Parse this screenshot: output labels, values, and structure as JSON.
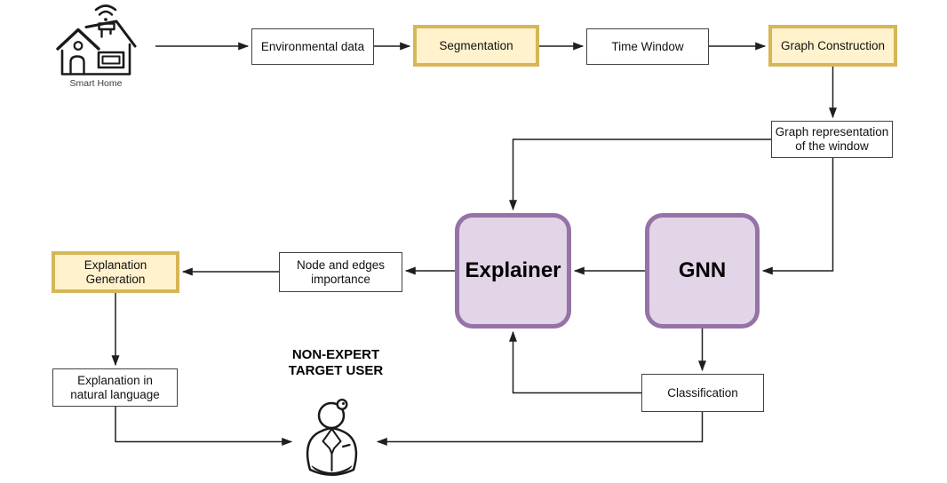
{
  "colors": {
    "yellow_fill": "#FFF2CC",
    "yellow_border": "#D6B656",
    "purple_fill": "#E1D5E7",
    "purple_border": "#9673A6",
    "plain_border": "#424242",
    "line": "#1f1f1f",
    "background": "#ffffff"
  },
  "nodes": {
    "smart_home": {
      "label": "Smart Home",
      "icon": "smart-home-icon"
    },
    "env_data": {
      "label": "Environmental data",
      "style": "plain"
    },
    "segmentation": {
      "label": "Segmentation",
      "style": "yellow"
    },
    "time_window": {
      "label": "Time Window",
      "style": "plain"
    },
    "graph_construction": {
      "label": "Graph Construction",
      "style": "yellow"
    },
    "graph_rep": {
      "label": "Graph representation\nof the window",
      "style": "plain"
    },
    "explainer": {
      "label": "Explainer",
      "style": "purple"
    },
    "gnn": {
      "label": "GNN",
      "style": "purple"
    },
    "node_edges": {
      "label": "Node and edges\nimportance",
      "style": "plain"
    },
    "explanation_generation": {
      "label": "Explanation\nGeneration",
      "style": "yellow"
    },
    "explanation_nl": {
      "label": "Explanation in\nnatural language",
      "style": "plain"
    },
    "classification": {
      "label": "Classification",
      "style": "plain"
    },
    "target_user": {
      "label": "NON-EXPERT\nTARGET USER",
      "icon": "person-icon"
    }
  },
  "edges": [
    {
      "from": "smart_home",
      "to": "env_data"
    },
    {
      "from": "env_data",
      "to": "segmentation"
    },
    {
      "from": "segmentation",
      "to": "time_window"
    },
    {
      "from": "time_window",
      "to": "graph_construction"
    },
    {
      "from": "graph_construction",
      "to": "graph_rep"
    },
    {
      "from": "graph_rep",
      "to": "explainer"
    },
    {
      "from": "graph_rep",
      "to": "gnn"
    },
    {
      "from": "gnn",
      "to": "explainer"
    },
    {
      "from": "explainer",
      "to": "node_edges"
    },
    {
      "from": "node_edges",
      "to": "explanation_generation"
    },
    {
      "from": "explanation_generation",
      "to": "explanation_nl"
    },
    {
      "from": "explanation_nl",
      "to": "target_user"
    },
    {
      "from": "gnn",
      "to": "classification"
    },
    {
      "from": "classification",
      "to": "explainer"
    },
    {
      "from": "classification",
      "to": "target_user"
    }
  ]
}
